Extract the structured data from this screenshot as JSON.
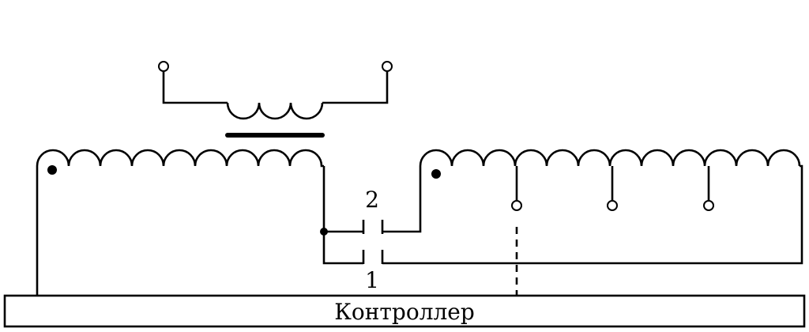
{
  "labels": {
    "controller": "Контроллер",
    "contact_upper": "2",
    "contact_lower": "1"
  },
  "colors": {
    "line": "#000000",
    "background": "#ffffff"
  }
}
